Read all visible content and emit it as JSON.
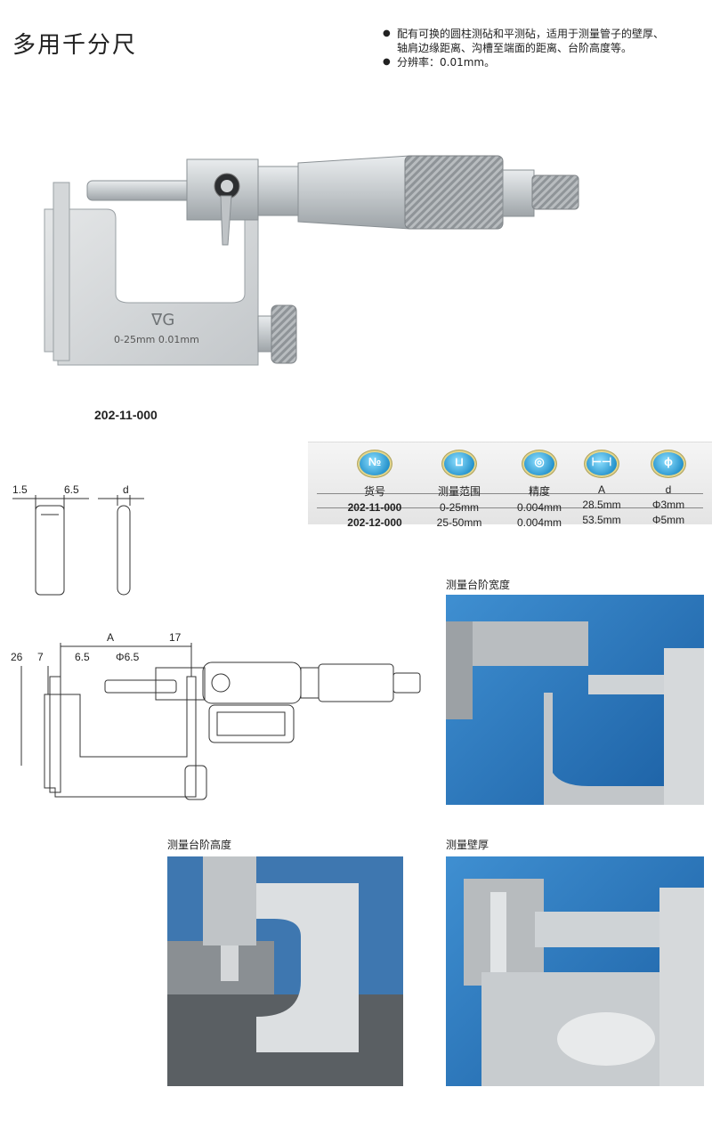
{
  "title": "多用千分尺",
  "bullets": [
    "配有可换的圆柱测砧和平测砧，适用于测量管子的壁厚、",
    "轴肩边缘距离、沟槽至端面的距离、台阶高度等。",
    "分辨率：0.01mm。"
  ],
  "product": {
    "scale_text": "0-25mm  0.01mm",
    "model_label": "202-11-000"
  },
  "spec_table": {
    "icons": [
      {
        "name": "number-icon",
        "text": "№"
      },
      {
        "name": "range-icon",
        "text": ""
      },
      {
        "name": "precision-icon",
        "text": ""
      },
      {
        "name": "length-a-icon",
        "text": ""
      },
      {
        "name": "diameter-icon",
        "text": ""
      }
    ],
    "headers": [
      "货号",
      "测量范围",
      "精度",
      "A",
      "d"
    ],
    "rows": [
      [
        "202-11-000",
        "0-25mm",
        "0.004mm",
        "28.5mm",
        "Φ3mm"
      ],
      [
        "202-12-000",
        "25-50mm",
        "0.004mm",
        "53.5mm",
        "Φ5mm"
      ]
    ]
  },
  "dims_small": {
    "d1": "1.5",
    "d2": "6.5",
    "d3": "d"
  },
  "dims_large": {
    "a": "A",
    "b": "17",
    "c": "26",
    "d": "7",
    "e": "6.5",
    "f": "Φ6.5"
  },
  "photos": {
    "step_width": "测量台阶宽度",
    "step_height": "测量台阶高度",
    "wall_thickness": "测量壁厚"
  },
  "colors": {
    "photo_blue": "#1f6fb6",
    "metal": "#cfd3d6"
  }
}
